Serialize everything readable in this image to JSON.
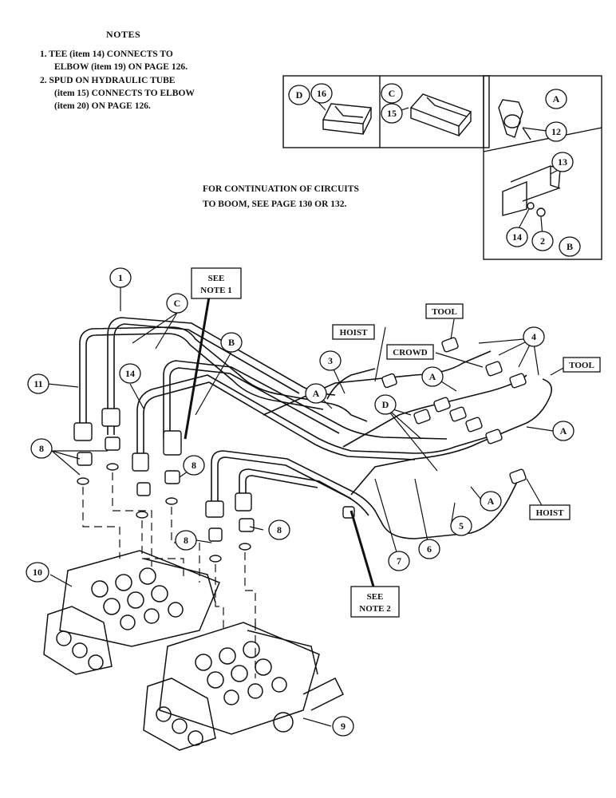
{
  "notes": {
    "title": "NOTES",
    "lines": [
      "1.  TEE (item 14) CONNECTS TO",
      "ELBOW (item 19) ON PAGE 126.",
      "2.  SPUD ON HYDRAULIC TUBE",
      "(item 15) CONNECTS TO ELBOW",
      "(item 20) ON PAGE 126."
    ]
  },
  "continuation": {
    "line1": "FOR CONTINUATION OF CIRCUITS",
    "line2": "TO BOOM, SEE PAGE 130 OR 132."
  },
  "callouts": {
    "see_note_1": [
      "SEE",
      "NOTE 1"
    ],
    "see_note_2": [
      "SEE",
      "NOTE 2"
    ],
    "hoist_top": "HOIST",
    "hoist_bottom": "HOIST",
    "tool_top": "TOOL",
    "tool_right": "TOOL",
    "crowd": "CROWD"
  },
  "detail_letters": {
    "d": "D",
    "c": "C",
    "a_detail": "A",
    "b_detail": "B",
    "a1": "A",
    "a2": "A",
    "a3": "A",
    "a4": "A",
    "b_main": "B",
    "c_main": "C",
    "d_main": "D"
  },
  "item_numbers": {
    "n1": "1",
    "n2": "2",
    "n3": "3",
    "n4": "4",
    "n5": "5",
    "n6": "6",
    "n7": "7",
    "n8a": "8",
    "n8b": "8",
    "n8c": "8",
    "n8d": "8",
    "n9": "9",
    "n10": "10",
    "n11": "11",
    "n12": "12",
    "n13": "13",
    "n14a": "14",
    "n14b": "14",
    "n15": "15",
    "n16": "16"
  }
}
